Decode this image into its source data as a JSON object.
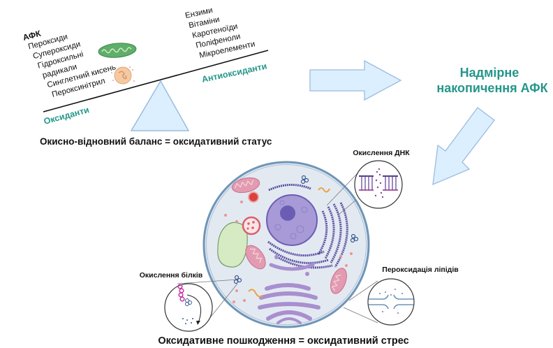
{
  "balance": {
    "ros_heading": "АФК",
    "oxidants": [
      "Пероксиди",
      "Супероксиди",
      "Гідроксильні",
      "радикали",
      "Синглетний кисень",
      "Пероксинітрил"
    ],
    "oxidants_label": "Оксиданти",
    "antioxidants": [
      "Ензими",
      "Вітаміни",
      "Каротеноїди",
      "Поліфеноли",
      "Мікроелементи"
    ],
    "antioxidants_label": "Антиоксиданти",
    "caption": "Окисно-відновний баланс = оксидативний статус"
  },
  "excess": {
    "line1": "Надмірне",
    "line2": "накопичення АФК"
  },
  "damage": {
    "dna_label": "Окислення ДНК",
    "protein_label": "Окислення білків",
    "lipid_label": "Пероксидація ліпідів",
    "caption": "Оксидативне пошкодження = оксидативний стрес"
  },
  "colors": {
    "teal": "#24968a",
    "arrow_fill": "#dcefff",
    "arrow_stroke": "#9bbbdf",
    "cell_fill": "#e3e9f1",
    "cell_stroke": "#6f95b7",
    "nucleus": "#8f80c8",
    "er": "#5a4fa0",
    "golgi": "#a98fcf",
    "mito": "#e29bb0",
    "vacuole": "#d6eac4",
    "mito_green": "#5fae6a"
  }
}
